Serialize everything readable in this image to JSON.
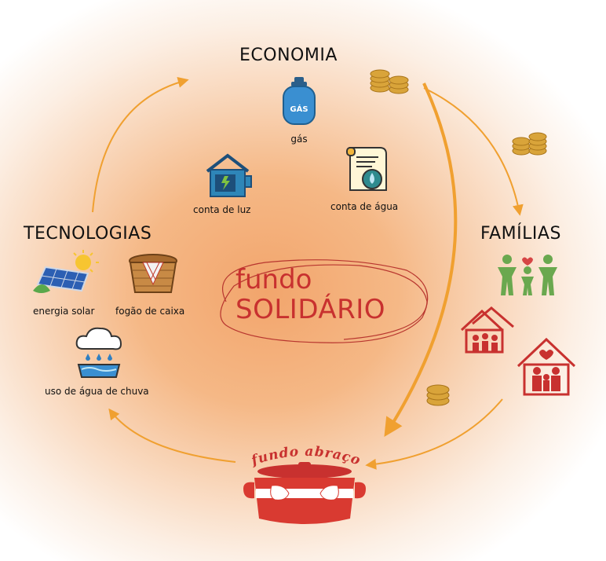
{
  "sections": {
    "economia": "ECONOMIA",
    "tecnologias": "TECNOLOGIAS",
    "familias": "FAMÍLIAS"
  },
  "economia_items": {
    "gas_label": "gás",
    "gas_tank_text": "GÁS",
    "luz_label": "conta de luz",
    "agua_label": "conta de água"
  },
  "tecnologias_items": {
    "solar_label": "energia solar",
    "fogao_label": "fogão de caixa",
    "chuva_label": "uso de água de chuva"
  },
  "center": {
    "line1": "fundo",
    "line2": "SOLIDÁRIO"
  },
  "fundo_abraco": "fundo abraço",
  "colors": {
    "arrow": "#f0a030",
    "accent_red": "#c8312f",
    "family_green": "#6aa84f"
  }
}
